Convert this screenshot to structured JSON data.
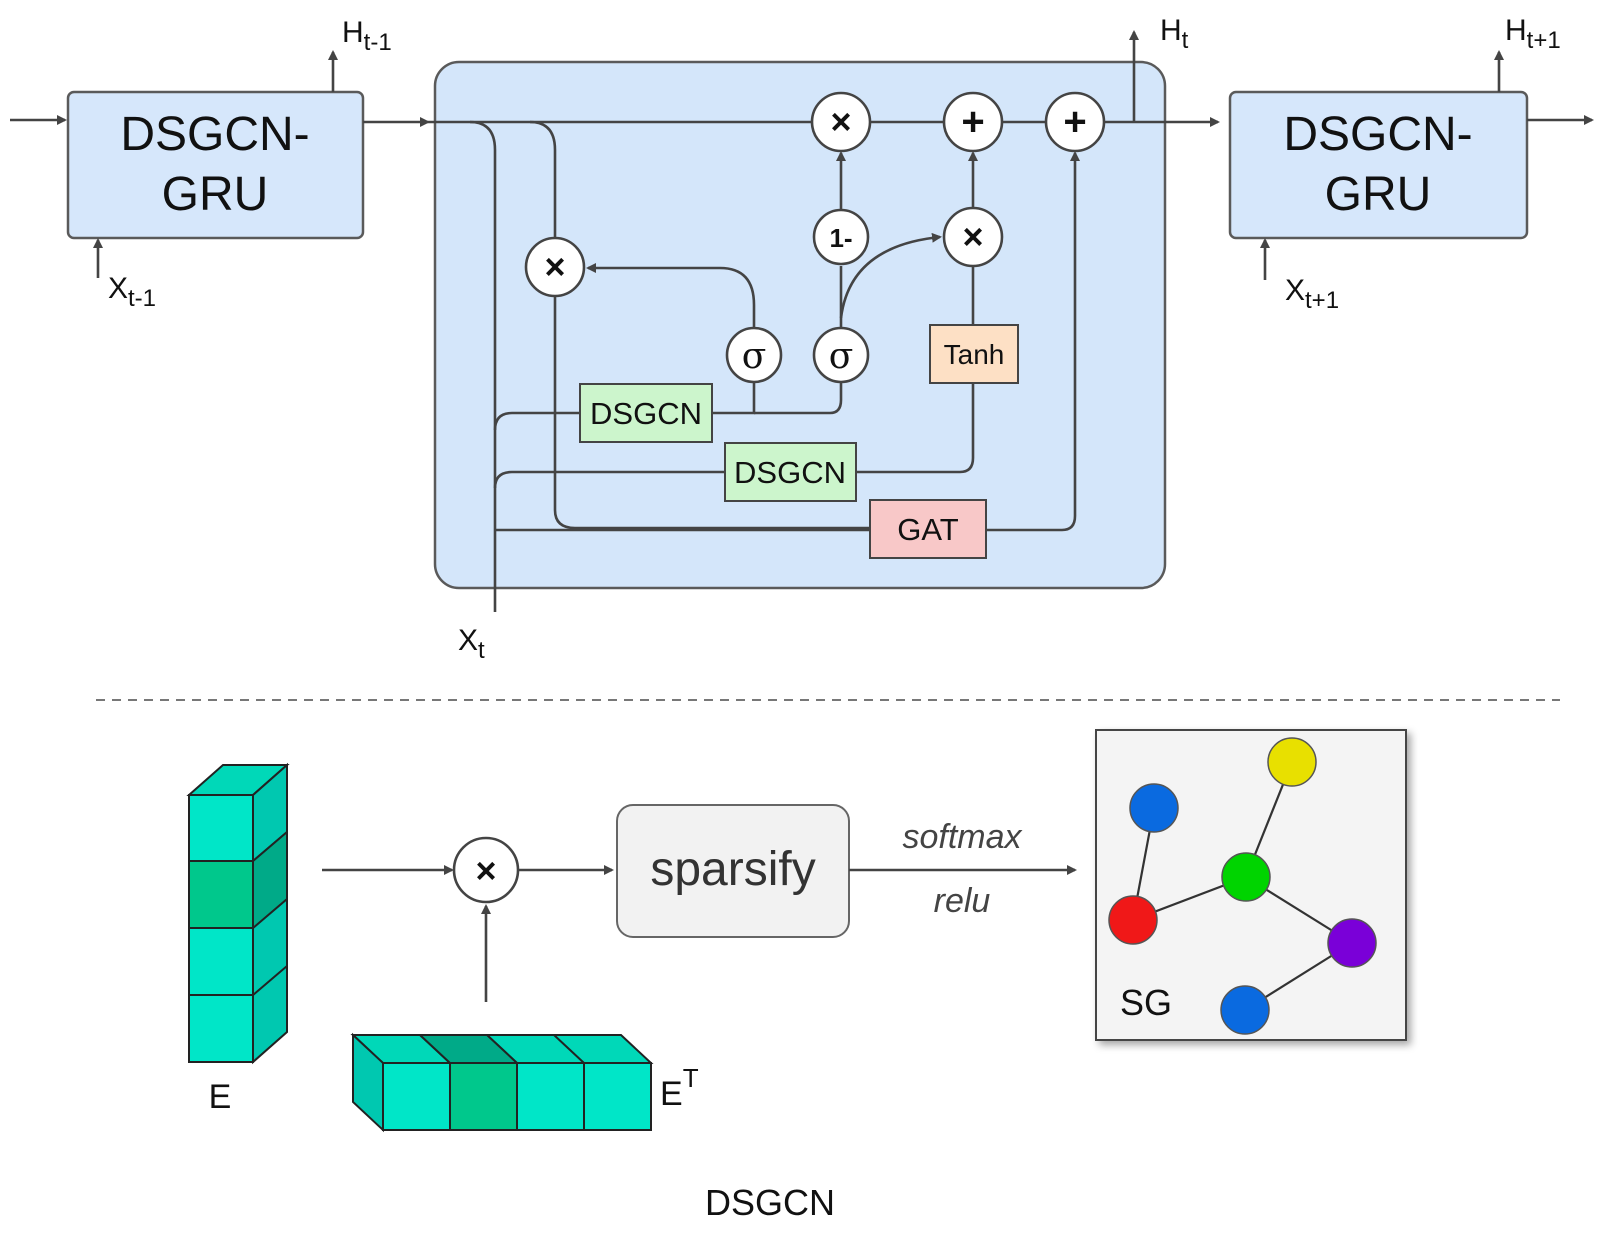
{
  "top": {
    "cell_left_label_line1": "DSGCN-",
    "cell_left_label_line2": "GRU",
    "cell_right_label_line1": "DSGCN-",
    "cell_right_label_line2": "GRU",
    "h_prev": "H",
    "h_prev_sub": "t-1",
    "h_cur": "H",
    "h_cur_sub": "t",
    "h_next": "H",
    "h_next_sub": "t+1",
    "x_prev": "X",
    "x_prev_sub": "t-1",
    "x_cur": "X",
    "x_cur_sub": "t",
    "x_next": "X",
    "x_next_sub": "t+1",
    "op_mul": "×",
    "op_add": "+",
    "op_one_minus": "1-",
    "sigma": "σ",
    "tanh": "Tanh",
    "dsgcn1": "DSGCN",
    "dsgcn2": "DSGCN",
    "gat": "GAT"
  },
  "bottom": {
    "e_label": "E",
    "et_label": "E",
    "et_sup": "T",
    "mul": "×",
    "sparsify": "sparsify",
    "softmax": "softmax",
    "relu": "relu",
    "sg_label": "SG",
    "caption": "DSGCN"
  },
  "colors": {
    "cell_fill": "#d6e7fb",
    "dsgcn_fill": "#ccf5cc",
    "tanh_fill": "#fde0c5",
    "gat_fill": "#f8c8c8",
    "node_blue": "#0a6ae0",
    "node_yellow": "#e8e000",
    "node_green": "#00d400",
    "node_red": "#f01818",
    "node_purple": "#7a00d8"
  }
}
